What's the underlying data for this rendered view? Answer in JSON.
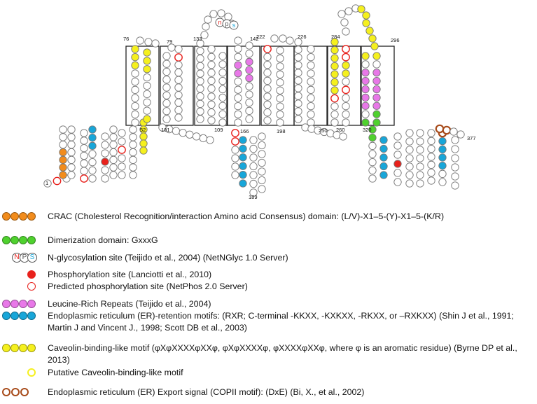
{
  "colors": {
    "crac": "#f28c1c",
    "dimerization": "#4fd12e",
    "phospho": "#e8211c",
    "predicted_phospho": "#e8211c",
    "leucine": "#e878e8",
    "er_retention": "#18a6d9",
    "caveolin": "#f5f01e",
    "er_export": "#a84c1c",
    "membrane_box": "#222222",
    "residue_stroke": "#777777",
    "nps_n": "#e8211c",
    "nps_p": "#555555",
    "nps_s": "#18a6d9"
  },
  "topology": {
    "position_labels": [
      "76",
      "79",
      "133",
      "142",
      "222",
      "226",
      "284",
      "296",
      "52",
      "101",
      "109",
      "166",
      "198",
      "250",
      "260",
      "320",
      "377",
      "189",
      "1"
    ],
    "nps_letters": [
      "n",
      "p",
      "s"
    ]
  },
  "legend": {
    "items": [
      {
        "text": "CRAC (Cholesterol Recognition/interaction Amino acid Consensus) domain: (L/V)-X1–5-(Y)-X1–5-(K/R)",
        "icon": "four-filled-orange-circles-icon"
      },
      {
        "text": "Dimerization domain: GxxxG",
        "icon": "four-filled-green-circles-icon"
      },
      {
        "text": "N-glycosylation site (Teijido et al., 2004) (NetNGlyc 1.0 Server)",
        "icon": "nps-circles-icon",
        "letters": [
          "N",
          "P",
          "S"
        ]
      },
      {
        "text": "Phosphorylation site (Lanciotti et al., 2010)",
        "icon": "red-filled-circle-icon"
      },
      {
        "text": "Predicted phosphorylation site (NetPhos 2.0 Server)",
        "icon": "red-ring-circle-icon"
      },
      {
        "text": "Leucine-Rich Repeats (Teijido et al., 2004)",
        "icon": "four-filled-pink-circles-icon"
      },
      {
        "text": "Endoplasmic reticulum (ER)-retention motifs: (RXR; C-terminal -KKXX, -KXKXX, -RKXX, or –RXKXX) (Shin J et al., 1991; Martin J and Vincent J., 1998; Scott DB et al., 2003)",
        "icon": "four-filled-blue-circles-icon"
      },
      {
        "text": "Caveolin-binding-like motif (φXφXXXXφXXφ, φXφXXXXφ, φXXXXφXXφ, where φ is an aromatic residue) (Byrne DP et al., 2013)",
        "icon": "four-filled-yellow-circles-icon"
      },
      {
        "text": "Putative Caveolin-binding-like motif",
        "icon": "yellow-ring-circle-icon"
      },
      {
        "text": "Endoplasmic reticulum (ER) Export signal (COPII motif): (DxE) (Bi, X., et al., 2002)",
        "icon": "three-brown-ring-circles-icon"
      }
    ]
  }
}
